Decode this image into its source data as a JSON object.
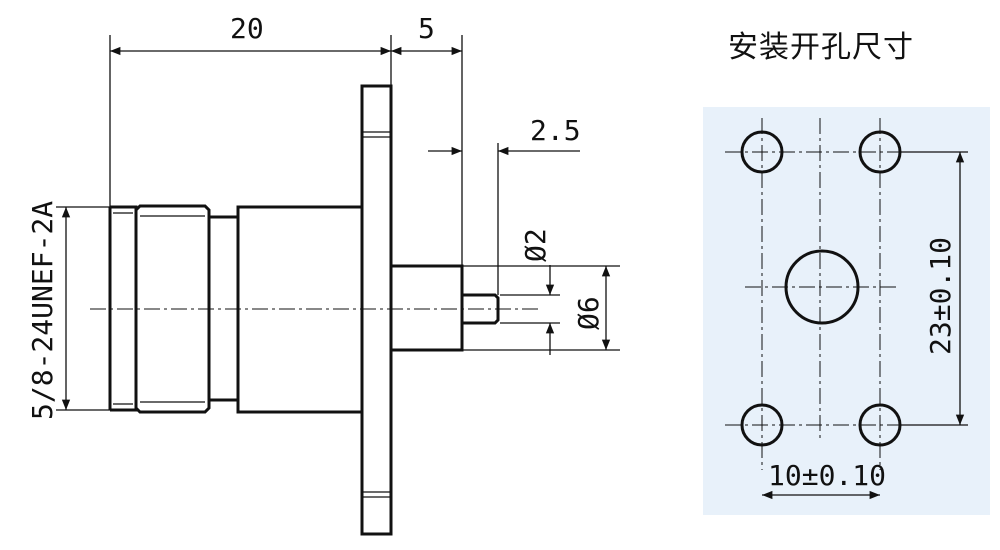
{
  "dimensions": {
    "length_body": "20",
    "length_flange_to_shaft": "5",
    "pin_length": "2.5",
    "pin_diameter": "Ø2",
    "shaft_diameter": "Ø6",
    "thread_spec": "5/8-24UNEF-2A",
    "hole_spacing_vertical": "23±0.10",
    "hole_spacing_horizontal": "10±0.10"
  },
  "panel": {
    "title": "安装开孔尺寸",
    "background": "#e8f1fa"
  }
}
